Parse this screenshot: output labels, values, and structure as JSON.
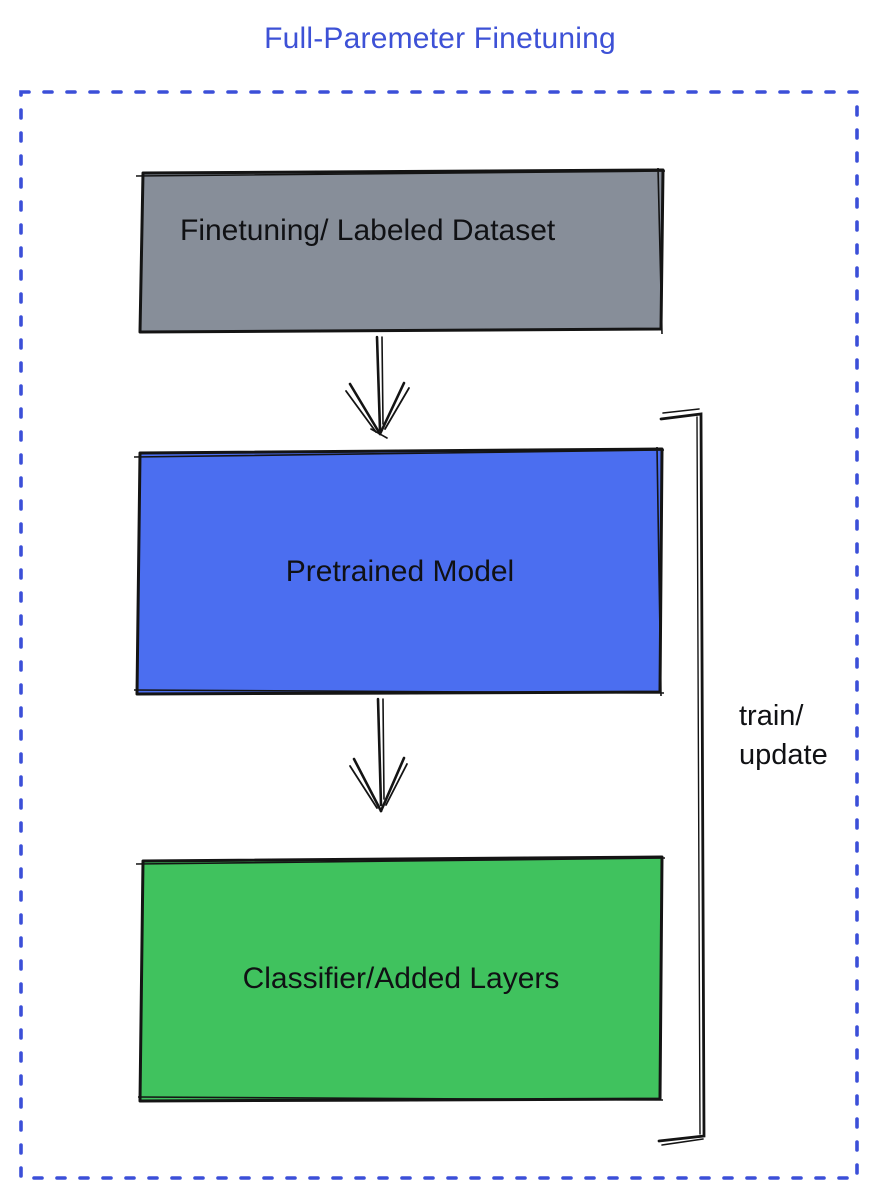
{
  "title": {
    "text": "Full-Paremeter Finetuning",
    "color": "#3D51D6"
  },
  "colors": {
    "dashed_border": "#3B4FD8",
    "dataset_fill": "#878E99",
    "pretrained_fill": "#4B6EF0",
    "classifier_fill": "#40C25E",
    "sketch_stroke": "#141414",
    "label_text": "#101114"
  },
  "boxes": {
    "dataset": {
      "label": "Finetuning/ Labeled Dataset"
    },
    "pretrained": {
      "label": "Pretrained Model"
    },
    "classifier": {
      "label": "Classifier/Added Layers"
    }
  },
  "bracket": {
    "label": "train/\nupdate"
  }
}
